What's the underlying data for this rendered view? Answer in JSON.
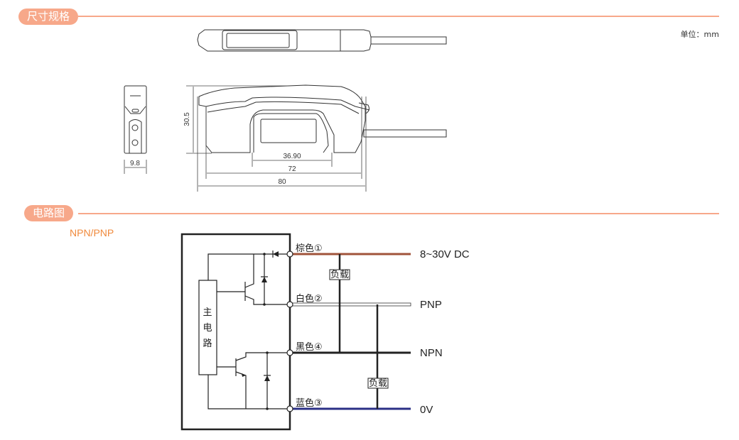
{
  "sections": {
    "dimensions_title": "尺寸规格",
    "circuit_title": "电路图"
  },
  "unit_label": "单位：mm",
  "dimensions": {
    "height": "30.5",
    "width": "9.8",
    "window": "36.90",
    "body": "72",
    "total": "80"
  },
  "circuit": {
    "subtitle": "NPN/PNP",
    "main_circuit": [
      "主",
      "电",
      "路"
    ],
    "wires": [
      {
        "label": "棕色①",
        "output": "8~30V DC",
        "color": "#a0533a"
      },
      {
        "label": "白色②",
        "output": "PNP",
        "color": "#ffffff"
      },
      {
        "label": "黑色④",
        "output": "NPN",
        "color": "#222222"
      },
      {
        "label": "蓝色③",
        "output": "0V",
        "color": "#2b2f86"
      }
    ],
    "load_label": "负载"
  }
}
